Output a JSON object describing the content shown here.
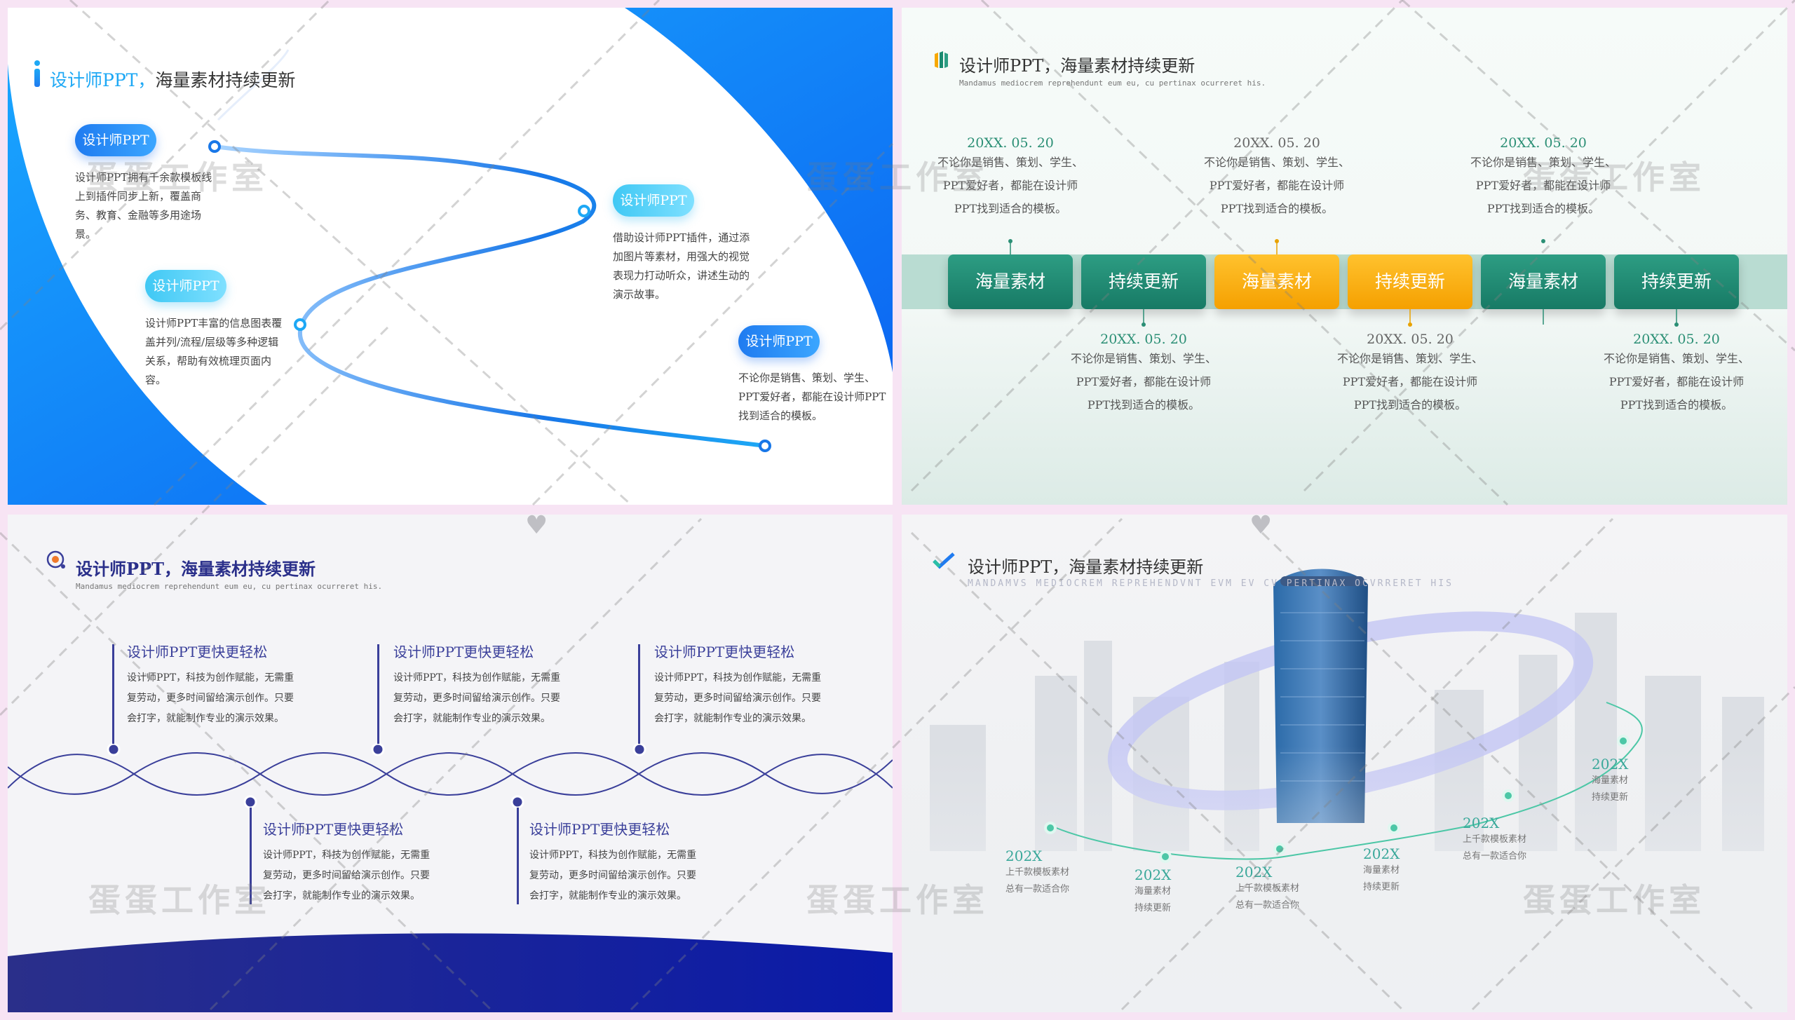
{
  "watermark": "蛋蛋工作室",
  "slide1": {
    "title_accent": "设计师PPT，",
    "title_rest": "海量素材持续更新",
    "items": [
      {
        "label": "设计师PPT",
        "text": "设计师PPT拥有千余款模板线上到插件同步上新，覆盖商务、教育、金融等多用途场景。"
      },
      {
        "label": "设计师PPT",
        "text": "设计师PPT丰富的信息图表覆盖并列/流程/层级等多种逻辑关系，帮助有效梳理页面内容。"
      },
      {
        "label": "设计师PPT",
        "text": "借助设计师PPT插件，通过添加图片等素材，用强大的视觉表现力打动听众，讲述生动的演示故事。"
      },
      {
        "label": "设计师PPT",
        "text": "不论你是销售、策划、学生、PPT爱好者，都能在设计师PPT找到适合的模板。"
      }
    ]
  },
  "slide2": {
    "title": "设计师PPT，海量素材持续更新",
    "subtitle": "Mandamus mediocrem reprehendunt eum eu, cu pertinax ocurreret his.",
    "tags": [
      "海量素材",
      "持续更新",
      "海量素材",
      "持续更新",
      "海量素材",
      "持续更新"
    ],
    "date": "20XX. 05. 20",
    "top_text": "不论你是销售、策划、学生、PPT爱好者，都能在设计师PPT找到适合的模板。",
    "top_lines": [
      "不论你是销售、策划、学生、",
      "PPT爱好者，都能在设计师",
      "PPT找到适合的模板。"
    ]
  },
  "slide3": {
    "title": "设计师PPT，海量素材持续更新",
    "subtitle": "Mandamus mediocrem reprehendunt eum eu, cu pertinax ocurreret his.",
    "heading": "设计师PPT更快更轻松",
    "lines": [
      "设计师PPT，科技为创作赋能，无需重",
      "复劳动，更多时间留给演示创作。只要",
      "会打字，就能制作专业的演示效果。"
    ]
  },
  "slide4": {
    "title": "设计师PPT，海量素材持续更新",
    "subtitle_glyphs": "MANDAMVS MEDIOCREM REPREHENDVNT EVM EV CV PERTINAX OCVRRERET HIS",
    "year": "202X",
    "notes": [
      [
        "上千款模板素材",
        "总有一款适合你"
      ],
      [
        "海量素材",
        "持续更新"
      ],
      [
        "上千款模板素材",
        "总有一款适合你"
      ],
      [
        "海量素材",
        "持续更新"
      ],
      [
        "上千款模板素材",
        "总有一款适合你"
      ],
      [
        "海量素材",
        "持续更新"
      ]
    ]
  },
  "colors": {
    "blue": "#1f7bf0",
    "green": "#1a8a70",
    "gold": "#f7a800",
    "navy": "#3a3f9a",
    "teal": "#3aa89a"
  }
}
